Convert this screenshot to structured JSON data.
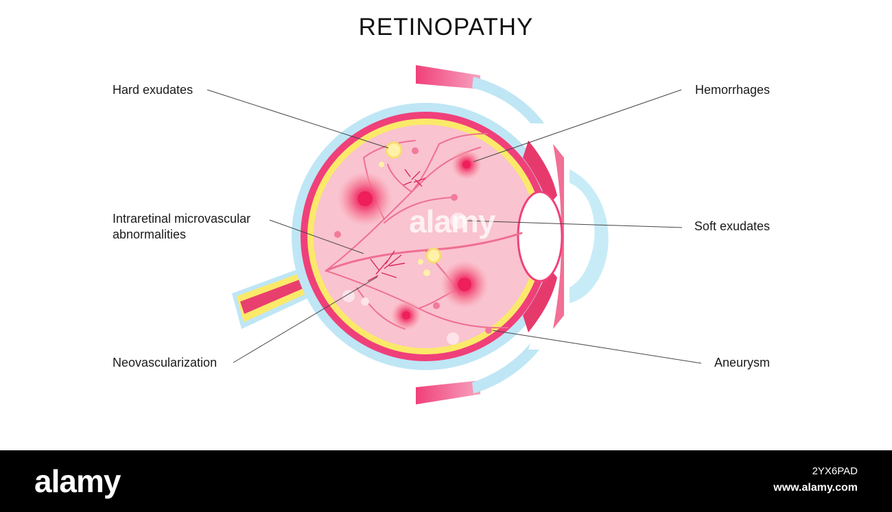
{
  "title": "RETINOPATHY",
  "labels": {
    "hard_exudates": "Hard exudates",
    "irma_line1": "Intraretinal microvascular",
    "irma_line2": "abnormalities",
    "neovascularization": "Neovascularization",
    "hemorrhages": "Hemorrhages",
    "soft_exudates": "Soft exudates",
    "aneurysm": "Aneurysm"
  },
  "watermark": "alamy",
  "footer": {
    "brand": "alamy",
    "image_id": "2YX6PAD",
    "site": "www.alamy.com"
  },
  "colors": {
    "sclera": "#bfe6f5",
    "choroid": "#f0407a",
    "retina_layer": "#fbe96a",
    "vitreous": "#f9c3cf",
    "lesion": "#ee1f5a",
    "exudate": "#fff1a8",
    "footer_bg": "#000000"
  }
}
